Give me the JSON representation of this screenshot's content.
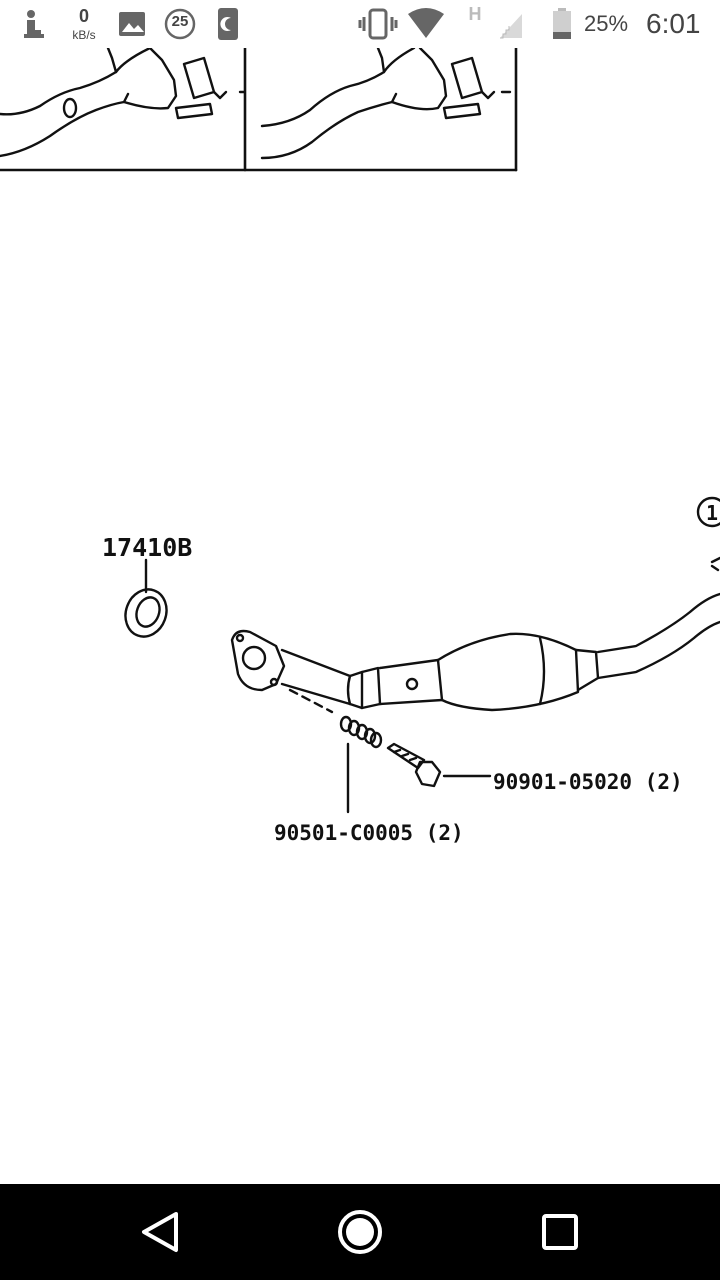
{
  "status_bar": {
    "data_speed_value": "0",
    "data_speed_unit": "kB/s",
    "notification_badge": "25",
    "network_type": "H",
    "battery_percent": "25%",
    "time": "6:01",
    "icons": [
      "usb-debug-icon",
      "image-icon",
      "badge-25-icon",
      "moon-icon",
      "vibrate-icon",
      "wifi-icon",
      "cell-signal-icon",
      "battery-icon"
    ]
  },
  "diagram": {
    "callouts": {
      "gasket": "17410B",
      "bolt": "90901-05020 (2)",
      "spring": "90501-C0005 (2)"
    },
    "circle_marker": "1",
    "line_color": "#111111"
  },
  "nav_bar": {
    "icons": [
      "back-icon",
      "home-icon",
      "recents-icon"
    ],
    "background": "#000000"
  }
}
